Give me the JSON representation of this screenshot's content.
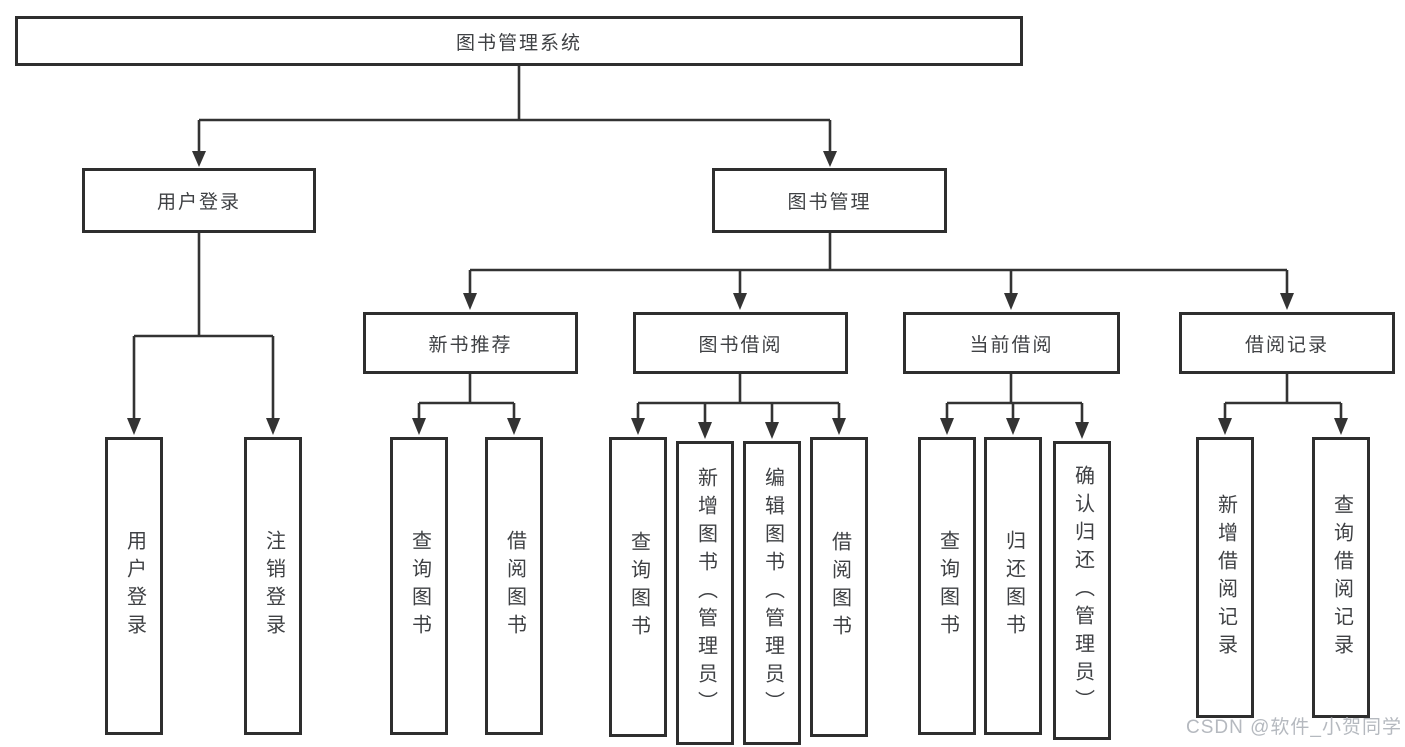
{
  "nodes": {
    "root": {
      "label": "图书管理系统"
    },
    "user_login": {
      "label": "用户登录"
    },
    "book_management": {
      "label": "图书管理"
    },
    "new_book_recommend": {
      "label": "新书推荐"
    },
    "book_borrow": {
      "label": "图书借阅"
    },
    "current_borrow": {
      "label": "当前借阅"
    },
    "borrow_record": {
      "label": "借阅记录"
    },
    "leaf_user_login": {
      "label": "用户登录"
    },
    "leaf_logout": {
      "label": "注销登录"
    },
    "leaf_query_book_recommend": {
      "label": "查询图书"
    },
    "leaf_borrow_book_recommend": {
      "label": "借阅图书"
    },
    "leaf_query_book_borrow": {
      "label": "查询图书"
    },
    "leaf_add_book_admin": {
      "label": "新增图书（管理员）"
    },
    "leaf_edit_book_admin": {
      "label": "编辑图书（管理员）"
    },
    "leaf_borrow_book_borrow": {
      "label": "借阅图书"
    },
    "leaf_query_book_current": {
      "label": "查询图书"
    },
    "leaf_return_book": {
      "label": "归还图书"
    },
    "leaf_confirm_return_admin": {
      "label": "确认归还（管理员）"
    },
    "leaf_add_borrow_record": {
      "label": "新增借阅记录"
    },
    "leaf_query_borrow_record": {
      "label": "查询借阅记录"
    }
  },
  "watermark": {
    "text": "CSDN @软件_小贺同学"
  },
  "colors": {
    "background": "#ffffff",
    "border": "#2e2e2e",
    "line": "#333333",
    "text": "#3f4144",
    "watermark": "#b5b9bf"
  }
}
